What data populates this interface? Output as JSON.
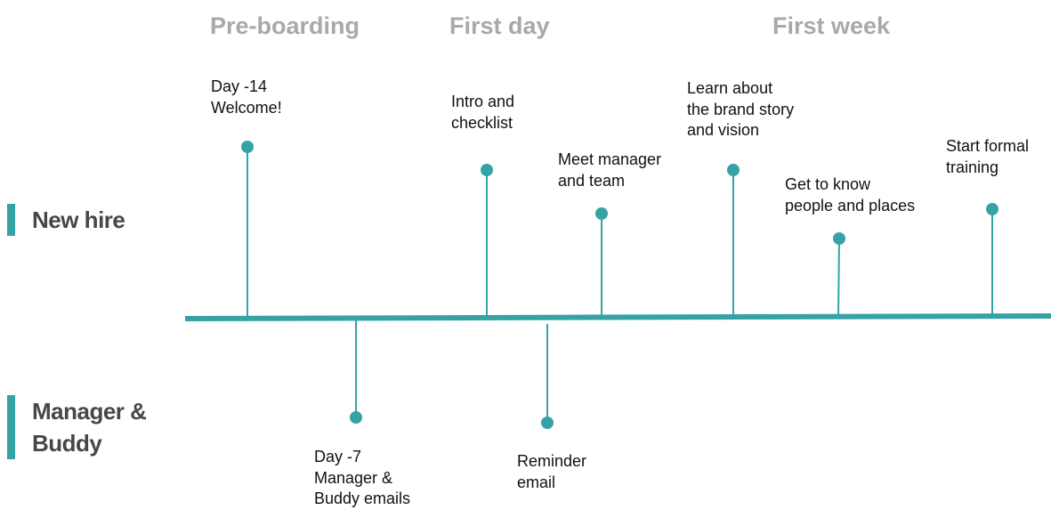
{
  "colors": {
    "accent": "#35a3a6",
    "phase_text": "#a9a9a9",
    "lane_text": "#474747",
    "label_text": "#111111"
  },
  "phases": [
    "Pre-boarding",
    "First day",
    "First week"
  ],
  "lanes": [
    {
      "lines": [
        "New hire"
      ]
    },
    {
      "lines": [
        "Manager &",
        "Buddy"
      ]
    }
  ],
  "milestones": [
    {
      "lane": "New hire",
      "lines": [
        "Day -14",
        "Welcome!"
      ]
    },
    {
      "lane": "New hire",
      "lines": [
        "Intro and",
        "checklist"
      ]
    },
    {
      "lane": "New hire",
      "lines": [
        "Meet manager",
        "and team"
      ]
    },
    {
      "lane": "New hire",
      "lines": [
        "Learn about",
        "the brand story",
        "and vision"
      ]
    },
    {
      "lane": "New hire",
      "lines": [
        "Get to know",
        "people and places"
      ]
    },
    {
      "lane": "New hire",
      "lines": [
        "Start formal",
        "training"
      ]
    },
    {
      "lane": "Manager & Buddy",
      "lines": [
        "Day -7",
        "Manager &",
        "Buddy emails"
      ]
    },
    {
      "lane": "Manager & Buddy",
      "lines": [
        "Reminder",
        "email"
      ]
    }
  ]
}
